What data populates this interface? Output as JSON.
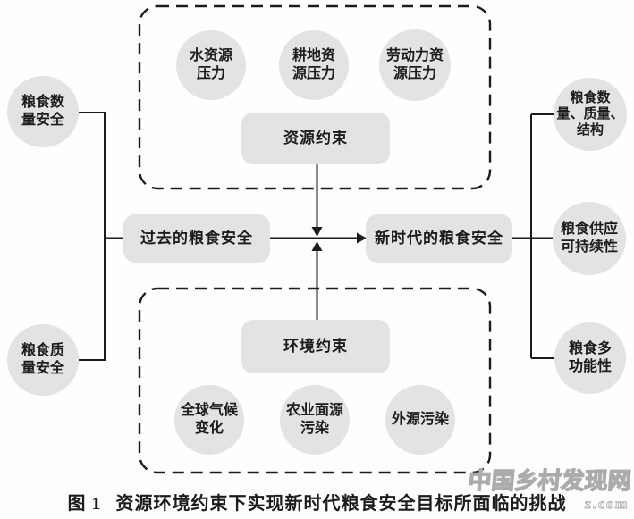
{
  "figure": {
    "caption_prefix": "图 1",
    "caption_text": "资源环境约束下实现新时代粮食安全目标所面临的挑战"
  },
  "nodes": {
    "resource_group": {
      "water": "水资源\n压力",
      "cropland": "耕地资\n源压力",
      "labor": "劳动力资\n源压力",
      "constraint": "资源约束"
    },
    "environment_group": {
      "constraint": "环境约束",
      "climate": "全球气候\n变化",
      "agri_nonpoint_pollution": "农业面源\n污染",
      "external_pollution": "外源污染"
    },
    "center": {
      "past": "过去的粮食安全",
      "new_era": "新时代的粮食安全"
    },
    "left": {
      "quantity_security": "粮食数\n量安全",
      "quality_security": "粮食质\n量安全"
    },
    "right": {
      "quantity_quality_structure": "粮食数\n量、质量、\n结构",
      "supply_sustainability": "粮食供应\n可持续性",
      "multifunctionality": "粮食多\n功能性"
    }
  },
  "watermark": {
    "line1": "中国乡村发现网",
    "line2": "z.com"
  },
  "colors": {
    "node_fill": "#e3e3e3",
    "line": "#1c1c1c",
    "text": "#1c1c1c",
    "watermark_outline": "#ababab",
    "background": "#fefefe"
  }
}
